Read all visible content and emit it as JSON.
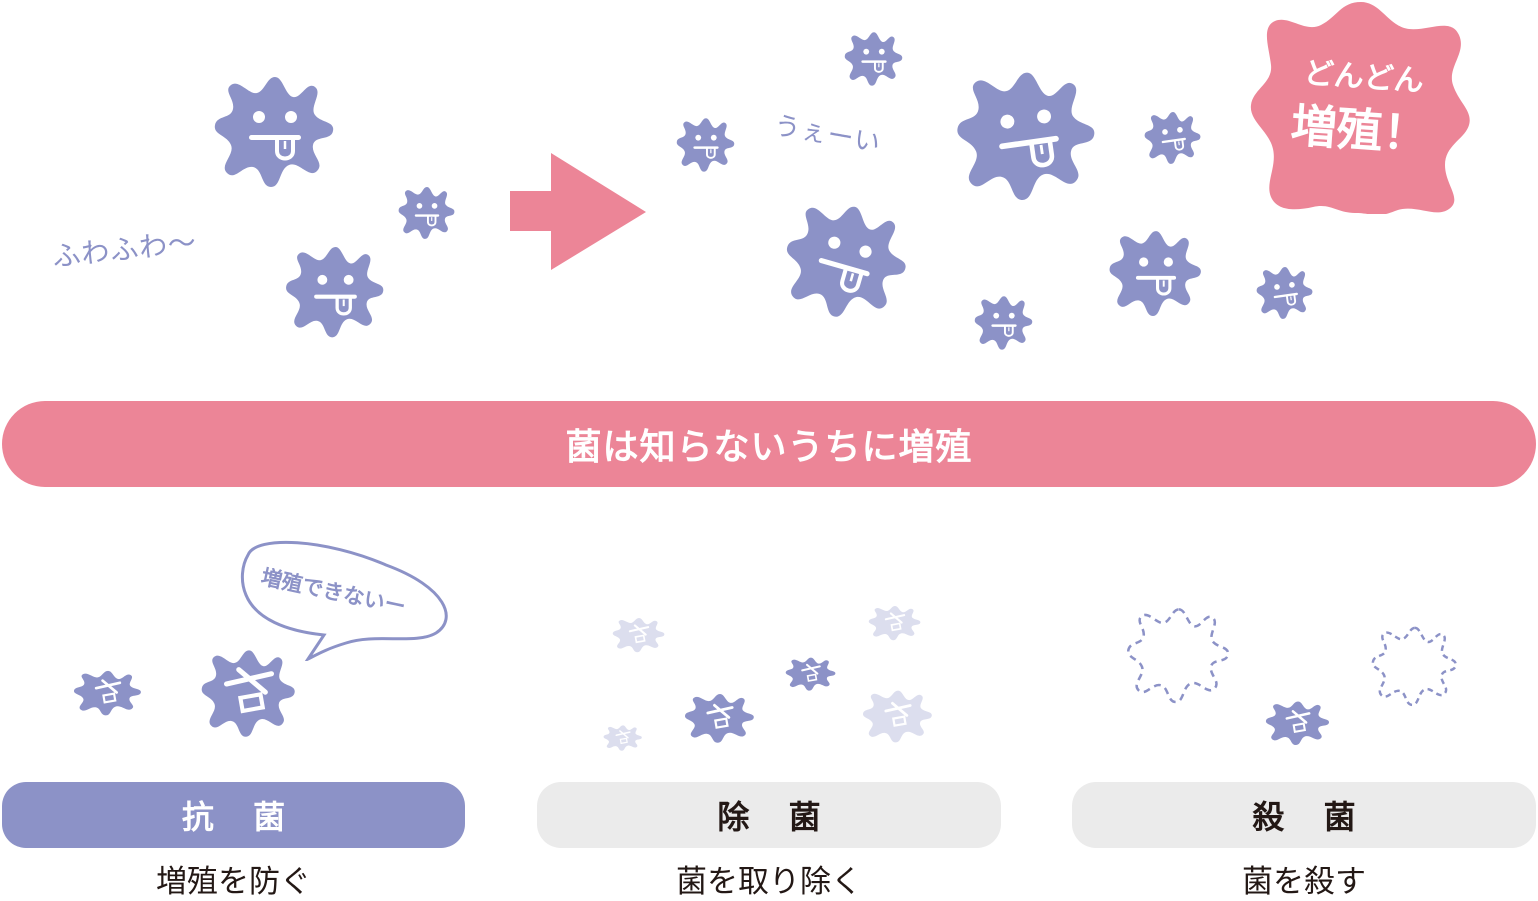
{
  "colors": {
    "germ": "#8c92c7",
    "germ_faded": "#dcdeee",
    "accent_pink": "#ec8597",
    "pill_inactive": "#ebebeb",
    "text_dark": "#231815",
    "white": "#ffffff"
  },
  "top_section": {
    "left_caption": "ふわふわ〜",
    "middle_caption": "うぇーい",
    "arrow_icon": "right-arrow",
    "burst": {
      "line1": "どんどん",
      "line2": "増殖！"
    }
  },
  "banner": {
    "text": "菌は知らないうちに増殖"
  },
  "methods": [
    {
      "label": "抗 菌",
      "description": "増殖を防ぐ",
      "speech_bubble": "増殖できないー",
      "active": true
    },
    {
      "label": "除 菌",
      "description": "菌を取り除く",
      "active": false
    },
    {
      "label": "殺 菌",
      "description": "菌を殺す",
      "active": false
    }
  ]
}
